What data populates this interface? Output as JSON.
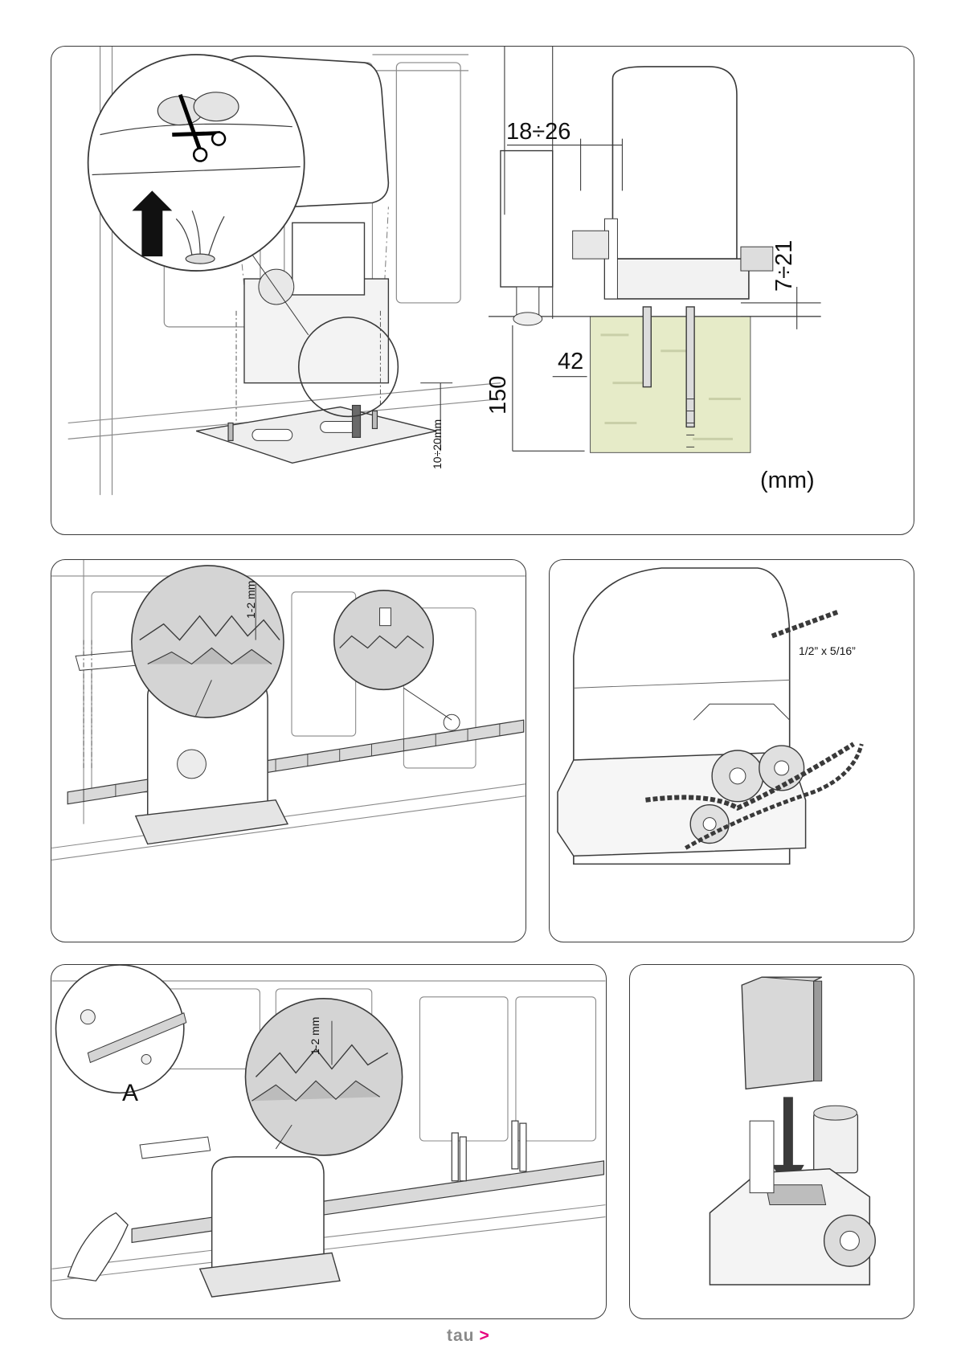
{
  "panel1": {
    "dim_gap": "18÷26",
    "dim_height": "7÷21",
    "dim_offset": "42",
    "dim_depth": "150",
    "dim_plate": "10÷20mm",
    "unit": "(mm)"
  },
  "panel2": {
    "dim_gap": "1-2 mm"
  },
  "panel3": {
    "chain_spec": "1/2” x 5/16”"
  },
  "panel4": {
    "detail_label": "A",
    "dim_gap": "1-2 mm"
  },
  "footer": {
    "brand": "tau",
    "brand_arrow": ">"
  },
  "colors": {
    "outline": "#3a3a3a",
    "concrete": "#e6ebc8",
    "steel": "#cfcfcf",
    "brand_accent": "#e6007e",
    "brand_grey": "#8a8a8a"
  }
}
